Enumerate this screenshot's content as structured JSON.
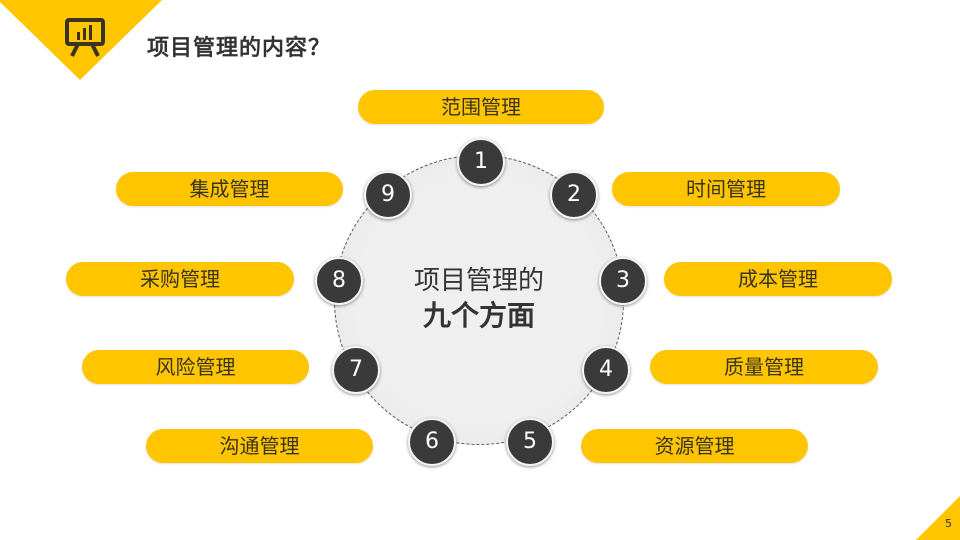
{
  "slide": {
    "title": "项目管理的内容？",
    "page_number": "5",
    "accent_color": "#FFC600",
    "node_color": "#3a3a3a",
    "logo_icon": "presentation-chart-icon"
  },
  "center": {
    "line1": "项目管理的",
    "line2": "九个方面"
  },
  "nodes": [
    {
      "number": "1",
      "label": "范围管理"
    },
    {
      "number": "2",
      "label": "时间管理"
    },
    {
      "number": "3",
      "label": "成本管理"
    },
    {
      "number": "4",
      "label": "质量管理"
    },
    {
      "number": "5",
      "label": "资源管理"
    },
    {
      "number": "6",
      "label": "沟通管理"
    },
    {
      "number": "7",
      "label": "风险管理"
    },
    {
      "number": "8",
      "label": "采购管理"
    },
    {
      "number": "9",
      "label": "集成管理"
    }
  ]
}
